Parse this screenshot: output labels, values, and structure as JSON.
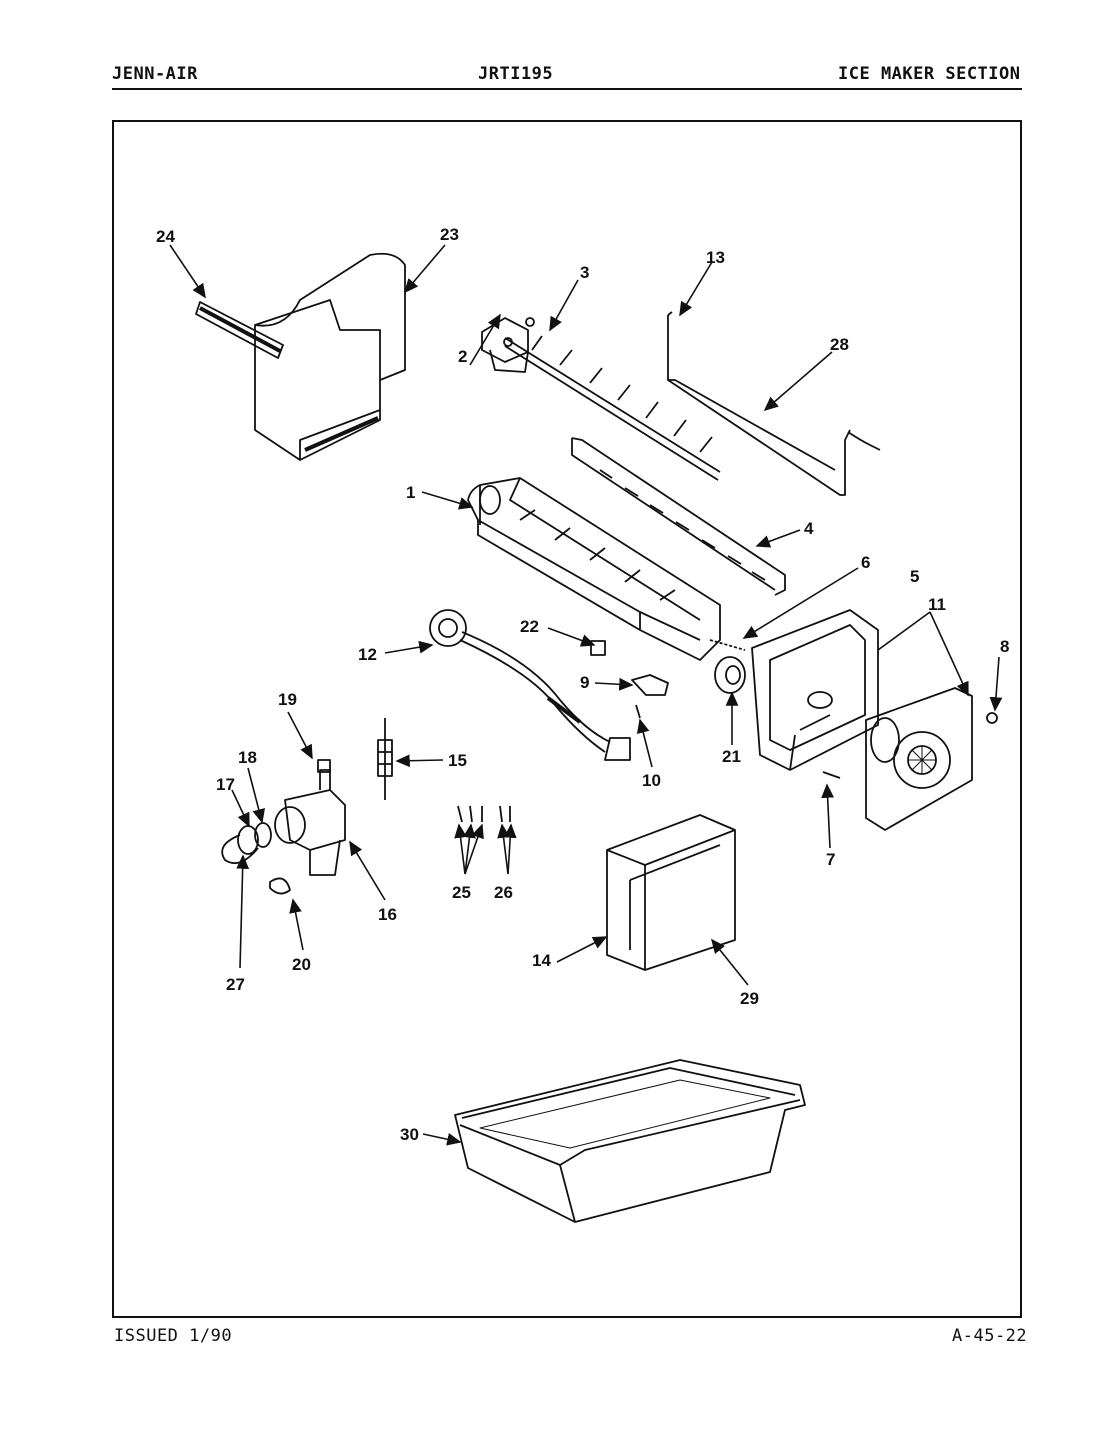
{
  "header": {
    "brand": "JENN-AIR",
    "model": "JRTI195",
    "section": "ICE MAKER SECTION"
  },
  "footer": {
    "issued": "ISSUED 1/90",
    "page_code": "A-45-22"
  },
  "callouts": [
    "1",
    "2",
    "3",
    "4",
    "5",
    "6",
    "7",
    "8",
    "9",
    "10",
    "11",
    "12",
    "13",
    "14",
    "15",
    "16",
    "17",
    "18",
    "19",
    "20",
    "21",
    "22",
    "23",
    "24",
    "25",
    "26",
    "27",
    "28",
    "29",
    "30"
  ],
  "colors": {
    "ink": "#111111",
    "paper": "#ffffff"
  }
}
